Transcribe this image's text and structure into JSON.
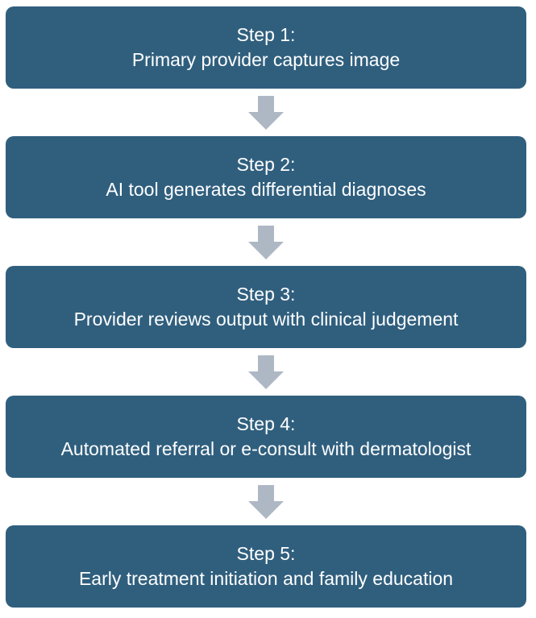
{
  "diagram": {
    "type": "vertical-flowchart",
    "description_of_flow": "clinical AI dermatology workflow",
    "connector_icon": "down-arrow-icon"
  },
  "steps": [
    {
      "label": "Step 1:",
      "description": "Primary provider captures image"
    },
    {
      "label": "Step 2:",
      "description": "AI tool generates differential diagnoses"
    },
    {
      "label": "Step 3:",
      "description": "Provider reviews output with clinical judgement"
    },
    {
      "label": "Step 4:",
      "description": "Automated referral or e-consult with dermatologist"
    },
    {
      "label": "Step 5:",
      "description": "Early treatment initiation and family education"
    }
  ],
  "colors": {
    "box": "#305F7E",
    "text": "#FFFFFF",
    "arrow": "#AEB8C4",
    "bg": "#FFFFFF"
  }
}
